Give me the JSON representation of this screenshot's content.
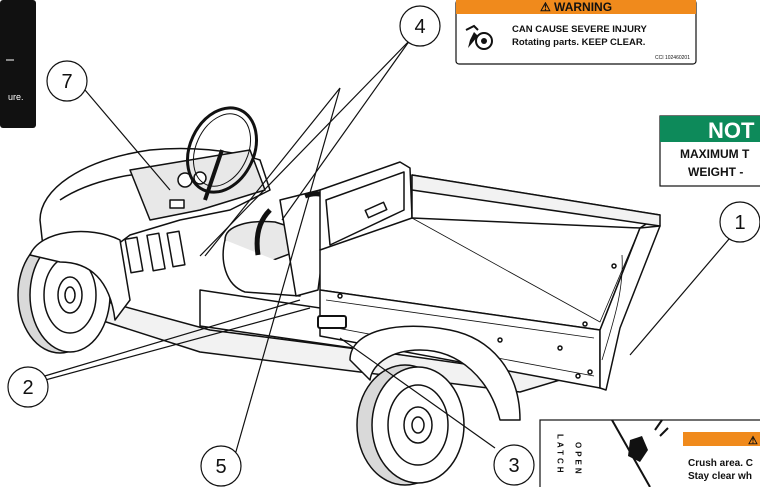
{
  "callouts": [
    "1",
    "2",
    "3",
    "4",
    "5",
    "7"
  ],
  "left_label": {
    "fragment": "ure."
  },
  "warning_label": {
    "header": "⚠ WARNING",
    "line1": "CAN CAUSE SEVERE INJURY",
    "line2": "Rotating parts. KEEP CLEAR.",
    "code": "CCI 102460201",
    "header_color": "#f08a1c"
  },
  "notice_label": {
    "header": "NOT",
    "line1": "MAXIMUM T",
    "line2": "WEIGHT -",
    "header_color": "#0d8a5a"
  },
  "crush_label": {
    "vertical_latch": "LATCH",
    "vertical_open": "OPEN",
    "header": "⚠",
    "line1": "Crush area. C",
    "line2": "Stay clear wh",
    "header_color": "#f08a1c"
  }
}
